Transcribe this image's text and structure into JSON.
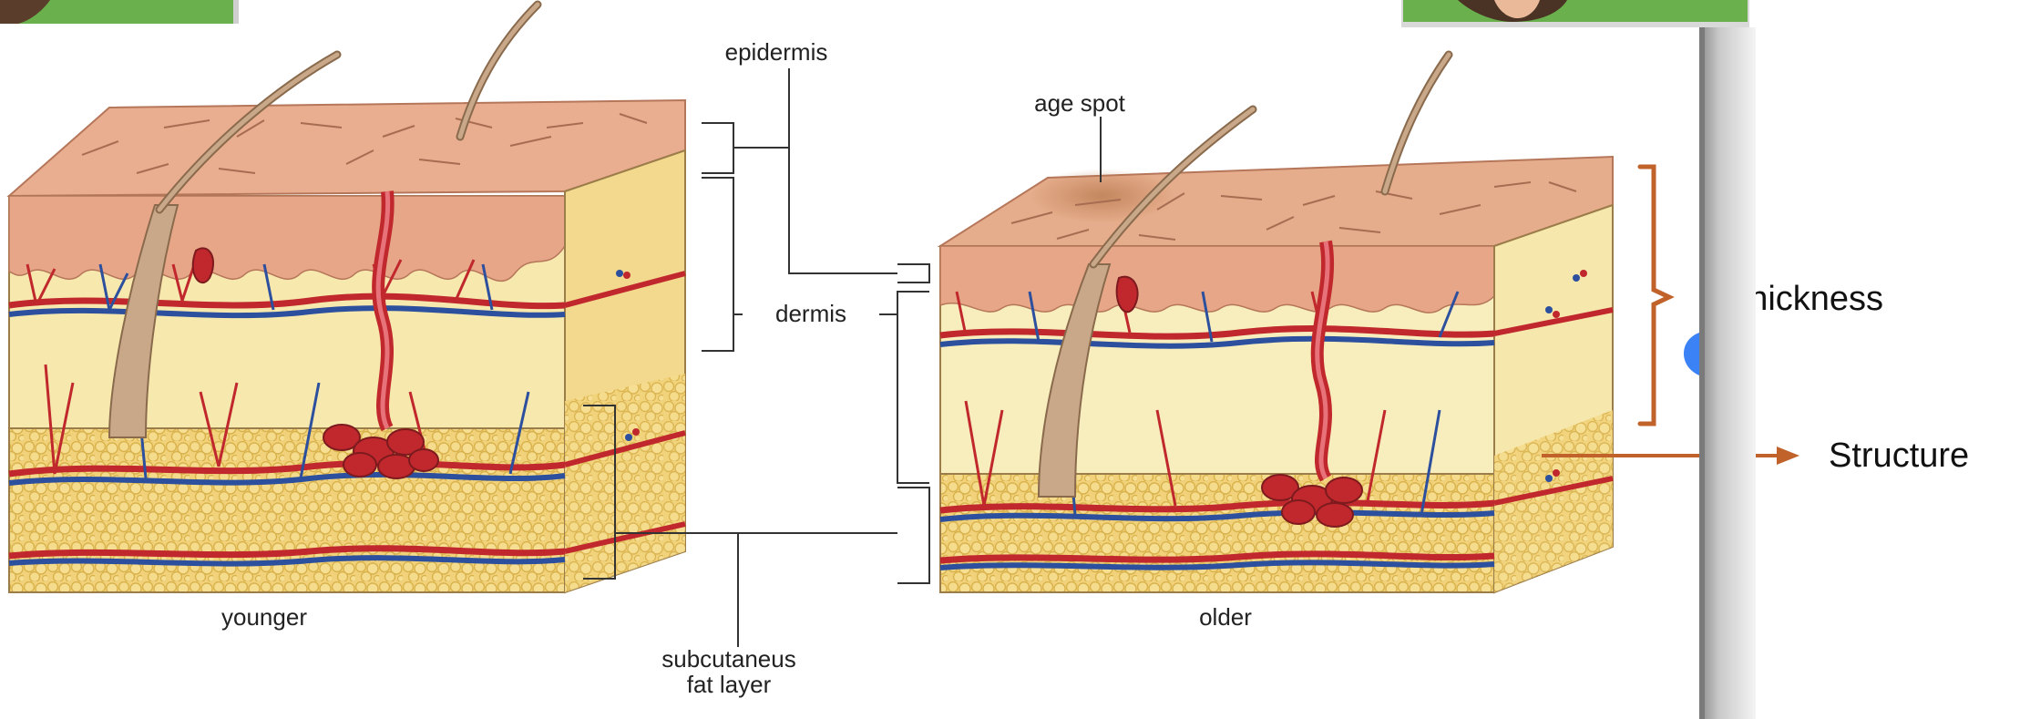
{
  "labels": {
    "epidermis": "epidermis",
    "dermis": "dermis",
    "subcutaneous": [
      "subcutaneus",
      "fat layer"
    ],
    "age_spot": "age spot",
    "younger": "younger",
    "older": "older"
  },
  "annotations": {
    "thickness": "Thickness",
    "structure": "Structure"
  },
  "colors": {
    "annotation_accent": "#c0622a",
    "artery": "#c0282d",
    "vein": "#2c4f9e",
    "epidermis": "#e8a98a",
    "dermis": "#f6e6a9",
    "fat": "#f1d27a"
  }
}
